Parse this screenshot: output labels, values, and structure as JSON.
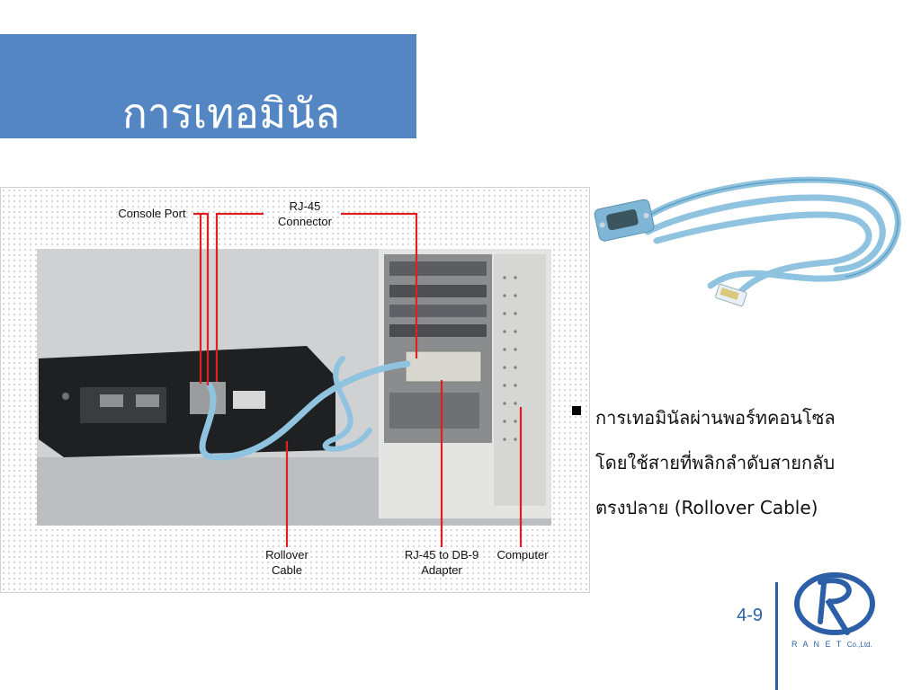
{
  "slide": {
    "title": "การเทอมินัล",
    "page_number": "4-9"
  },
  "photo": {
    "callouts": {
      "console_port": "Console Port",
      "rj45_line1": "RJ-45",
      "rj45_line2": "Connector",
      "rollover_line1": "Rollover",
      "rollover_line2": "Cable",
      "adapter_line1": "RJ-45 to DB-9",
      "adapter_line2": "Adapter",
      "computer": "Computer"
    },
    "callout_color": "#e02020"
  },
  "bullet": {
    "line1": "การเทอมินัลผ่านพอร์ทคอนโซล",
    "line2": "โดยใช้สายที่พลิกลำดับสายกลับ",
    "line3": "ตรงปลาย (Rollover Cable)"
  },
  "logo": {
    "letters": "R A N E T",
    "suffix": "Co.,Ltd.",
    "color": "#2c5fa8"
  },
  "colors": {
    "title_bar": "#5486c4",
    "cable": "#8fc3e0"
  }
}
